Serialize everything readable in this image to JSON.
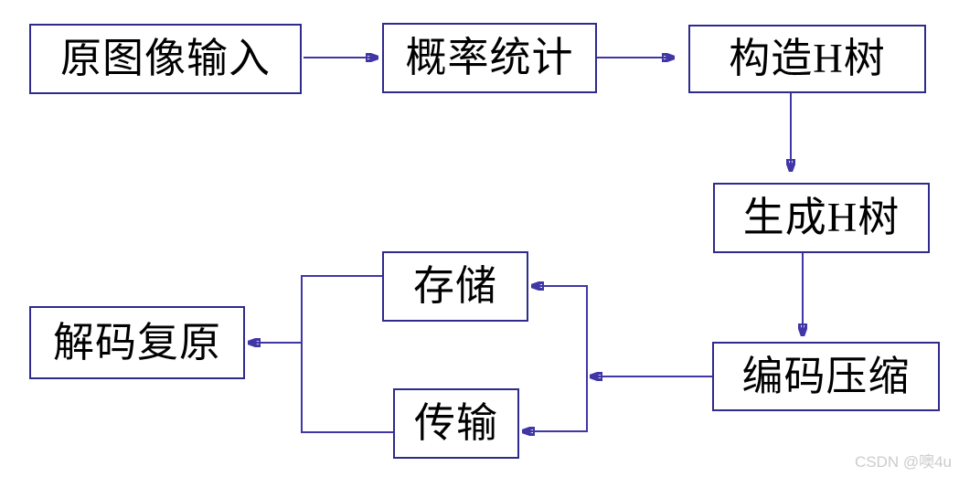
{
  "diagram": {
    "title": "huffman-coding-flowchart",
    "nodes": [
      {
        "id": "original-input",
        "label": "原图像输入"
      },
      {
        "id": "probability-stats",
        "label": "概率统计"
      },
      {
        "id": "construct-h-tree",
        "label": "构造H树"
      },
      {
        "id": "generate-h-tree",
        "label": "生成H树"
      },
      {
        "id": "encode-compress",
        "label": "编码压缩"
      },
      {
        "id": "storage",
        "label": "存储"
      },
      {
        "id": "transmission",
        "label": "传输"
      },
      {
        "id": "decode-restore",
        "label": "解码复原"
      }
    ],
    "edges": [
      {
        "from": "原图像输入",
        "to": "概率统计"
      },
      {
        "from": "概率统计",
        "to": "构造H树"
      },
      {
        "from": "构造H树",
        "to": "生成H树"
      },
      {
        "from": "生成H树",
        "to": "编码压缩"
      },
      {
        "from": "编码压缩",
        "to": "存储"
      },
      {
        "from": "编码压缩",
        "to": "传输"
      },
      {
        "from": "存储",
        "to": "解码复原"
      },
      {
        "from": "传输",
        "to": "解码复原"
      }
    ],
    "colors": {
      "box_border": "#2e2b8c",
      "line": "#4036a6",
      "text": "#000000",
      "background": "#ffffff",
      "watermark": "#cccccc"
    }
  },
  "watermark": {
    "text": "CSDN @噢4u"
  }
}
